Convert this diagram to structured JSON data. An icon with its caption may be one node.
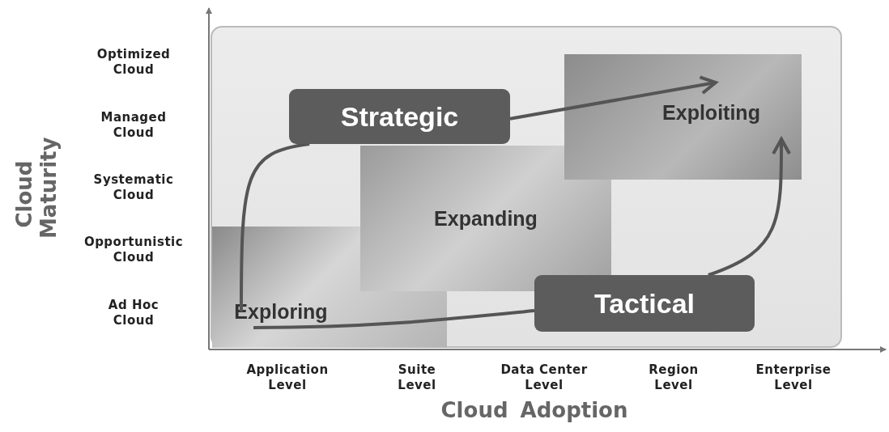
{
  "diagram": {
    "nodes": [
      {
        "text": [
          "Exploring"
        ]
      },
      {
        "text": [
          "Expanding"
        ]
      },
      {
        "text": [
          "Exploiting"
        ]
      },
      {
        "text": [
          "Strategic"
        ]
      },
      {
        "text": [
          "Tactical"
        ]
      }
    ],
    "edges": [
      {
        "from": 0,
        "to": 3,
        "arrow": "none"
      },
      {
        "from": 3,
        "to": 2,
        "arrow": "to"
      },
      {
        "from": 0,
        "to": 4,
        "arrow": "none"
      },
      {
        "from": 4,
        "to": 2,
        "arrow": "to"
      }
    ],
    "labels": [
      "Optimized Cloud",
      "Managed Cloud",
      "Cloud Maturity",
      "Systematic Cloud",
      "Opportunistic Cloud",
      "Ad Hoc Cloud",
      "Application Level",
      "Suite Level",
      "Data Center Level",
      "Region Level",
      "Enterprise Level",
      "Cloud Adoption"
    ]
  }
}
